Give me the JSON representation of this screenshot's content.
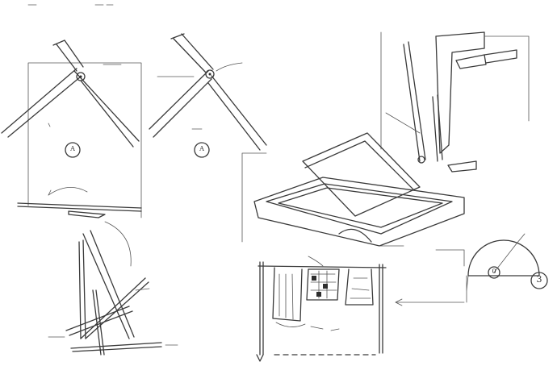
{
  "labels": {
    "circle_a": "A",
    "circle_b": "A",
    "circle_0": "0",
    "circle_3": "3"
  },
  "colors": {
    "ink": "#3a3a3a",
    "paper": "#ffffff"
  },
  "icons": [
    "hinge-icon",
    "pivot-icon",
    "arrow-icon"
  ]
}
